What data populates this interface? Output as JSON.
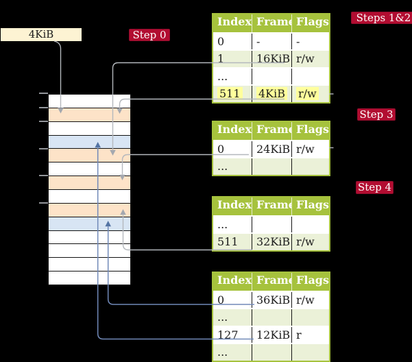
{
  "palette": {
    "header_green": "#a6c23d",
    "row_green": "#ebf1d8",
    "highlight_yellow": "#ffff9c",
    "stack_orange": "#fde3c8",
    "stack_blue": "#d8e5f4",
    "box_cream": "#fdf3d3",
    "label_red": "#b20d31",
    "line_gray": "#b4b8bd",
    "arrow_gray": "#a4a8af",
    "line_blue": "#7189b8",
    "arrow_blue": "#5474a4"
  },
  "labels": {
    "page_size": "4KiB",
    "step0": "Step 0",
    "steps12": "Steps 1&2",
    "step3": "Step 3",
    "step4": "Step 4"
  },
  "tables": [
    {
      "headers": [
        "Index",
        "Frame",
        "Flags"
      ],
      "rows": [
        {
          "cells": [
            "0",
            "-",
            "-"
          ],
          "shade": false,
          "highlight": false
        },
        {
          "cells": [
            "1",
            "16KiB",
            "r/w"
          ],
          "shade": true,
          "highlight": false
        },
        {
          "cells": [
            "...",
            "",
            ""
          ],
          "shade": false,
          "highlight": false
        },
        {
          "cells": [
            "511",
            "4KiB",
            "r/w"
          ],
          "shade": true,
          "highlight": true
        }
      ]
    },
    {
      "headers": [
        "Index",
        "Frame",
        "Flags"
      ],
      "rows": [
        {
          "cells": [
            "0",
            "24KiB",
            "r/w"
          ],
          "shade": false,
          "highlight": false
        },
        {
          "cells": [
            "...",
            "",
            ""
          ],
          "shade": true,
          "highlight": false
        }
      ]
    },
    {
      "headers": [
        "Index",
        "Frame",
        "Flags"
      ],
      "rows": [
        {
          "cells": [
            "...",
            "",
            ""
          ],
          "shade": false,
          "highlight": false
        },
        {
          "cells": [
            "511",
            "32KiB",
            "r/w"
          ],
          "shade": true,
          "highlight": false
        }
      ]
    },
    {
      "headers": [
        "Index",
        "Frame",
        "Flags"
      ],
      "rows": [
        {
          "cells": [
            "0",
            "36KiB",
            "r/w"
          ],
          "shade": false,
          "highlight": false
        },
        {
          "cells": [
            "...",
            "",
            ""
          ],
          "shade": true,
          "highlight": false
        },
        {
          "cells": [
            "127",
            "12KiB",
            "r"
          ],
          "shade": false,
          "highlight": false
        },
        {
          "cells": [
            "...",
            "",
            ""
          ],
          "shade": true,
          "highlight": false
        }
      ]
    }
  ],
  "stack": {
    "row_colors": [
      "white",
      "orange",
      "white",
      "blue",
      "orange",
      "white",
      "orange",
      "white",
      "orange",
      "blue",
      "white",
      "white",
      "white",
      "white"
    ]
  }
}
